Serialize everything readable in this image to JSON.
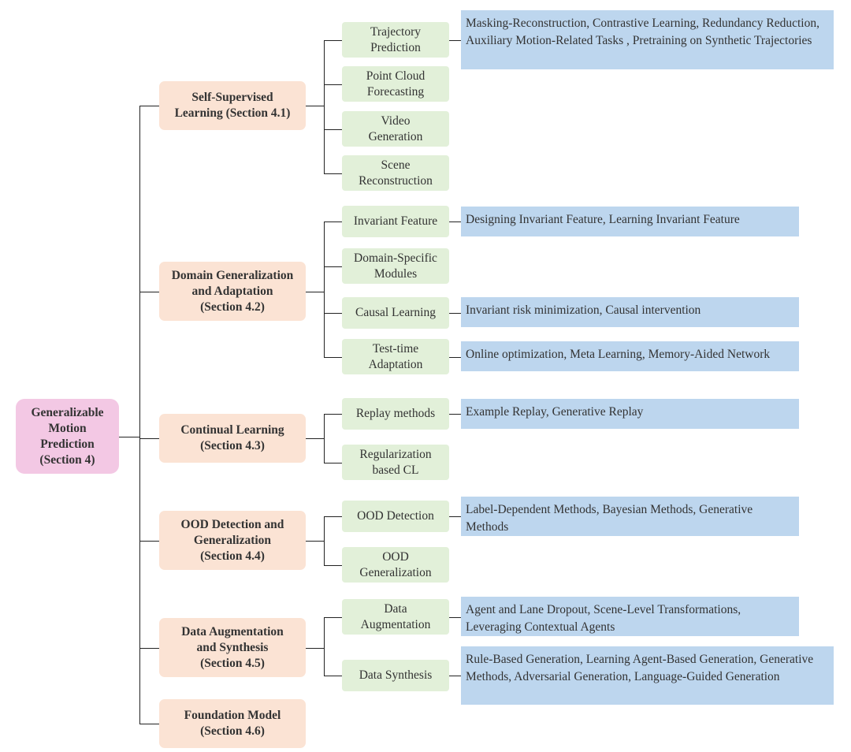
{
  "root": {
    "label": "Generalizable\nMotion\nPrediction\n(Section 4)"
  },
  "colors": {
    "root": "#f3c8e4",
    "category": "#fbe3d4",
    "subcategory": "#e2f0d9",
    "detail": "#bdd6ee",
    "line": "#222222"
  },
  "categories": [
    {
      "label": "Self-Supervised\nLearning (Section 4.1)",
      "children": [
        {
          "label": "Trajectory\nPrediction",
          "detail": "Masking-Reconstruction, Contrastive Learning, Redundancy Reduction, Auxiliary Motion-Related Tasks , Pretraining on Synthetic Trajectories"
        },
        {
          "label": "Point Cloud\nForecasting"
        },
        {
          "label": "Video\nGeneration"
        },
        {
          "label": "Scene\nReconstruction"
        }
      ]
    },
    {
      "label": "Domain Generalization\nand Adaptation\n(Section 4.2)",
      "children": [
        {
          "label": "Invariant Feature",
          "detail": "Designing Invariant Feature, Learning Invariant Feature"
        },
        {
          "label": "Domain-Specific\nModules"
        },
        {
          "label": "Causal Learning",
          "detail": "Invariant risk minimization, Causal intervention"
        },
        {
          "label": "Test-time\nAdaptation",
          "detail": "Online optimization, Meta Learning, Memory-Aided Network"
        }
      ]
    },
    {
      "label": "Continual Learning\n(Section 4.3)",
      "children": [
        {
          "label": "Replay methods",
          "detail": "Example Replay, Generative Replay"
        },
        {
          "label": "Regularization\nbased CL"
        }
      ]
    },
    {
      "label": "OOD Detection and\nGeneralization\n(Section 4.4)",
      "children": [
        {
          "label": "OOD Detection",
          "detail": "Label-Dependent Methods, Bayesian Methods, Generative Methods"
        },
        {
          "label": "OOD\nGeneralization"
        }
      ]
    },
    {
      "label": "Data Augmentation\nand Synthesis\n(Section 4.5)",
      "children": [
        {
          "label": "Data\nAugmentation",
          "detail": "Agent and Lane Dropout, Scene-Level Transformations, Leveraging Contextual Agents"
        },
        {
          "label": "Data Synthesis",
          "detail": "Rule-Based Generation, Learning Agent-Based Generation, Generative Methods, Adversarial Generation, Language-Guided Generation"
        }
      ]
    },
    {
      "label": "Foundation Model\n(Section 4.6)",
      "children": []
    }
  ]
}
